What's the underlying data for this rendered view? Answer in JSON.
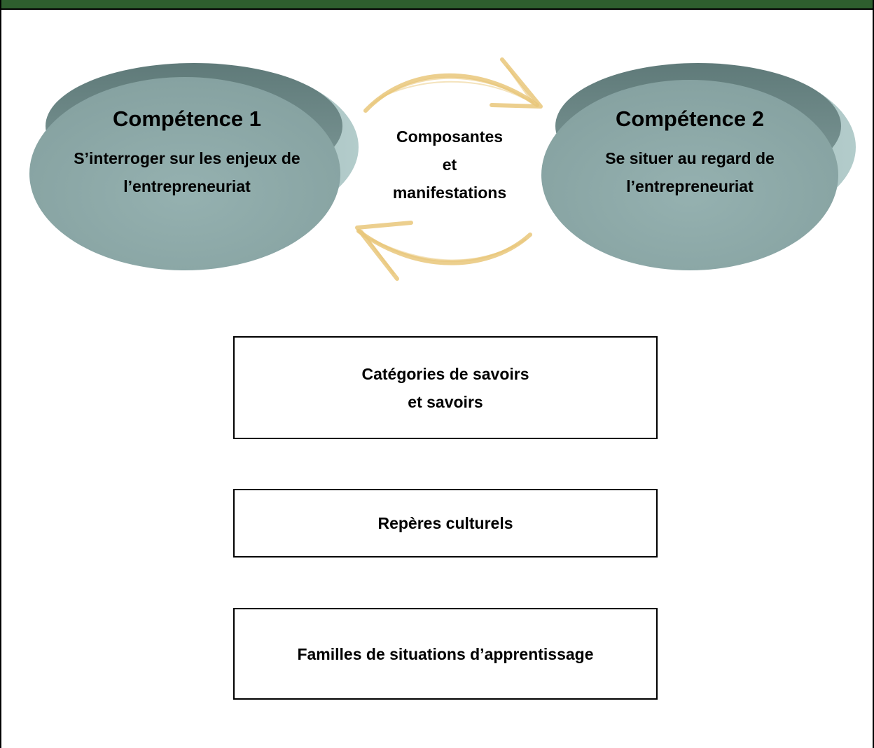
{
  "header_bar_color": "#2e5e2e",
  "competence1": {
    "title": "Compétence 1",
    "desc_line1": "S’interroger sur les enjeux de",
    "desc_line2": "l’entrepreneuriat"
  },
  "competence2": {
    "title": "Compétence 2",
    "desc_line1": "Se situer au regard de",
    "desc_line2": "l’entrepreneuriat"
  },
  "center": {
    "line1": "Composantes",
    "line2": "et",
    "line3": "manifestations"
  },
  "boxes": {
    "savoirs_line1": "Catégories de savoirs",
    "savoirs_line2": "et savoirs",
    "reperes": "Repères culturels",
    "familles": "Familles de situations d’apprentissage"
  },
  "colors": {
    "oval_fill": "#8faaa9",
    "oval_top": "#6f8a89",
    "oval_side": "#a9c4c2",
    "arrow": "#e9c77a"
  }
}
